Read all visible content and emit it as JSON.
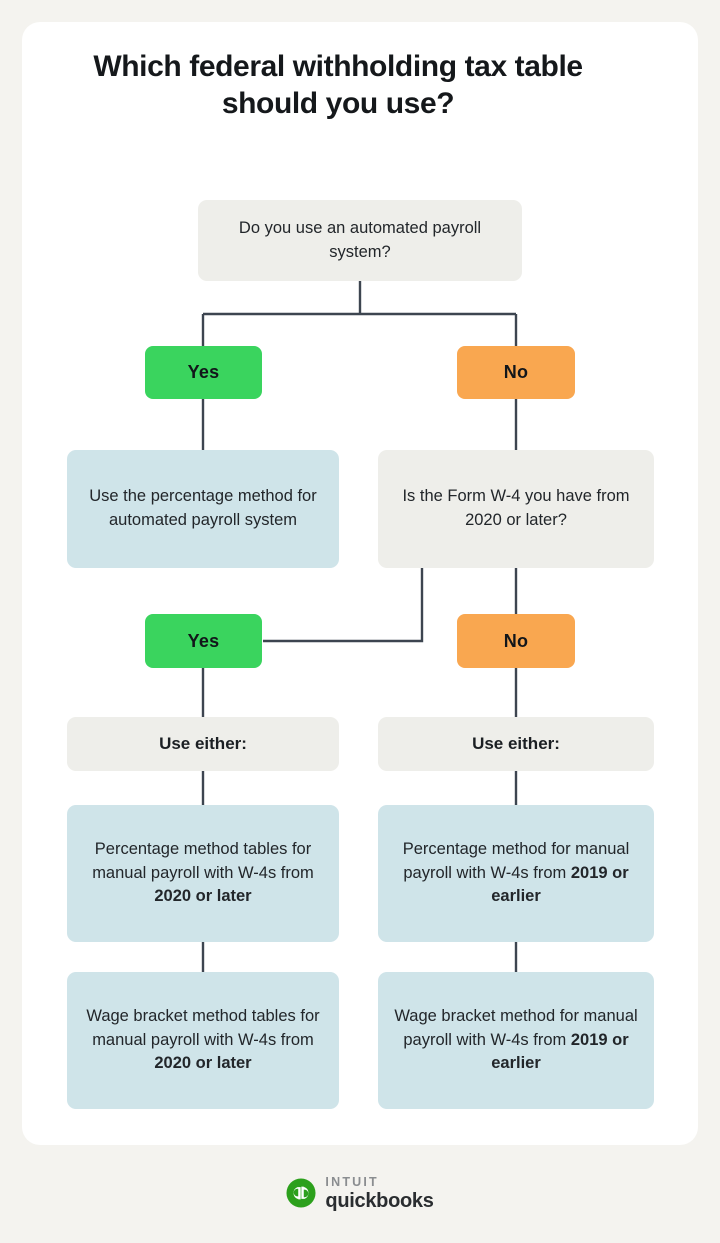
{
  "page": {
    "title": "Which federal withholding tax table should you use?",
    "background_color": "#f4f3ef",
    "card_color": "#ffffff"
  },
  "colors": {
    "yes_pill": "#3ad45e",
    "no_pill": "#f9a750",
    "question_box": "#eeeeea",
    "answer_box": "#cfe4e9",
    "connector_line": "#3d4550",
    "text": "#22262a",
    "brand_green": "#2ca01c"
  },
  "flowchart": {
    "type": "decision-tree",
    "root_question": "Do you use an automated payroll system?",
    "branch_yes": {
      "label": "Yes",
      "result": "Use the percentage method for automated payroll system"
    },
    "branch_no": {
      "label": "No",
      "question": "Is the Form W-4 you have from 2020 or later?",
      "sub_yes": {
        "label": "Yes",
        "header": "Use either:",
        "options": [
          {
            "text_plain": "Percentage method tables for manual payroll with W-4s from ",
            "text_bold": "2020 or later"
          },
          {
            "text_plain": "Wage bracket method tables for manual payroll with W-4s from ",
            "text_bold": "2020 or later"
          }
        ]
      },
      "sub_no": {
        "label": "No",
        "header": "Use either:",
        "options": [
          {
            "text_plain": "Percentage method for manual payroll with W-4s from ",
            "text_bold": "2019 or earlier"
          },
          {
            "text_plain": "Wage bracket method for manual payroll with W-4s from ",
            "text_bold": "2019 or earlier"
          }
        ]
      }
    }
  },
  "footer": {
    "brand_top": "INTUIT",
    "brand_bottom": "quickbooks",
    "logo_icon": "quickbooks-qb-circle-icon"
  }
}
